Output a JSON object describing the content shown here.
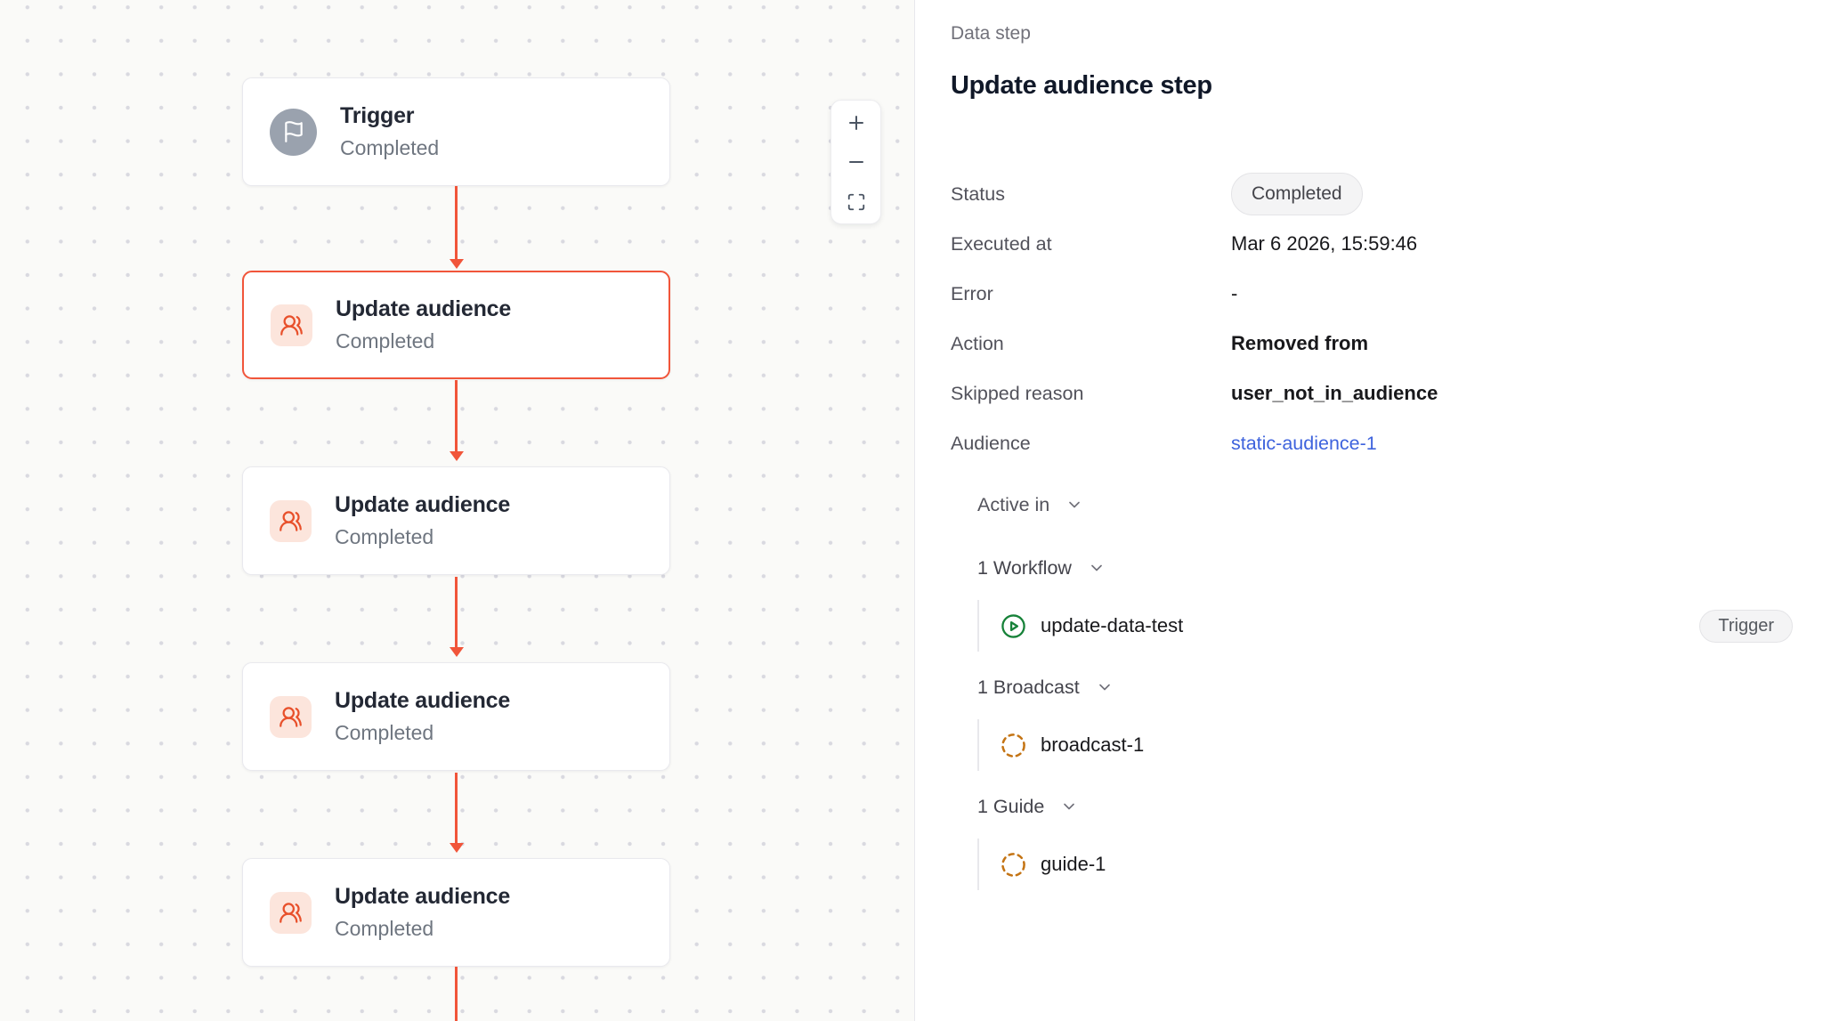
{
  "canvas": {
    "nodes": [
      {
        "title": "Trigger",
        "subtitle": "Completed",
        "icon": "flag-icon",
        "selected": false
      },
      {
        "title": "Update audience",
        "subtitle": "Completed",
        "icon": "users-icon",
        "selected": true
      },
      {
        "title": "Update audience",
        "subtitle": "Completed",
        "icon": "users-icon",
        "selected": false
      },
      {
        "title": "Update audience",
        "subtitle": "Completed",
        "icon": "users-icon",
        "selected": false
      },
      {
        "title": "Update audience",
        "subtitle": "Completed",
        "icon": "users-icon",
        "selected": false
      }
    ],
    "zoom_controls": {
      "zoom_in": "plus-icon",
      "zoom_out": "minus-icon",
      "fit": "fit-view-icon"
    }
  },
  "panel": {
    "kicker": "Data step",
    "title": "Update audience step",
    "details": [
      {
        "label": "Status",
        "value": "Completed",
        "kind": "badge"
      },
      {
        "label": "Executed at",
        "value": "Mar 6 2026, 15:59:46",
        "kind": "med"
      },
      {
        "label": "Error",
        "value": "-",
        "kind": "med"
      },
      {
        "label": "Action",
        "value": "Removed from",
        "kind": "strong"
      },
      {
        "label": "Skipped reason",
        "value": "user_not_in_audience",
        "kind": "strong"
      },
      {
        "label": "Audience",
        "value": "static-audience-1",
        "kind": "link"
      }
    ],
    "active_in": {
      "label": "Active in",
      "sections": [
        {
          "label": "1 Workflow",
          "items": [
            {
              "name": "update-data-test",
              "icon": "play-circle-icon",
              "badge": "Trigger"
            }
          ]
        },
        {
          "label": "1 Broadcast",
          "items": [
            {
              "name": "broadcast-1",
              "icon": "dashed-circle-icon"
            }
          ]
        },
        {
          "label": "1 Guide",
          "items": [
            {
              "name": "guide-1",
              "icon": "dashed-circle-icon"
            }
          ]
        }
      ]
    }
  },
  "colors": {
    "accent": "#F1553A",
    "accent_soft": "#FCE5DC",
    "link": "#3E63DD",
    "green": "#178239",
    "amber": "#C47414",
    "node_gray": "#9AA2AE",
    "badge_bg": "#F4F4F5",
    "badge_border": "#E4E4E7",
    "canvas_bg": "#FAFAF8"
  }
}
